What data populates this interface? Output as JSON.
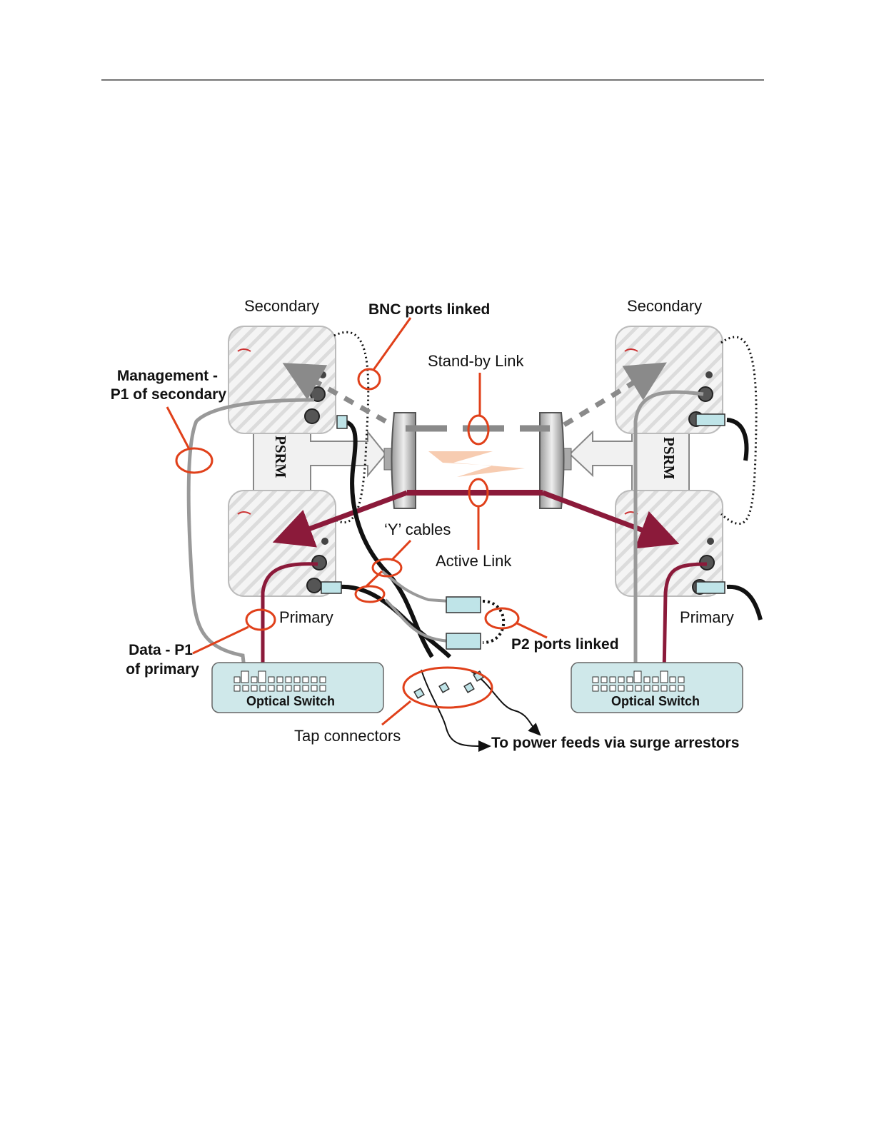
{
  "labels": {
    "secondary_left": "Secondary",
    "secondary_right": "Secondary",
    "primary_left": "Primary",
    "primary_right": "Primary",
    "bnc_ports_linked": "BNC ports linked",
    "standby_link": "Stand-by Link",
    "active_link": "Active Link",
    "y_cables": "‘Y’ cables",
    "management_line1": "Management -",
    "management_line2": "P1 of secondary",
    "data_line1": "Data - P1",
    "data_line2": "of primary",
    "psrm_left": "PSRM",
    "psrm_right": "PSRM",
    "optical_switch_left": "Optical Switch",
    "optical_switch_right": "Optical Switch",
    "p2_ports_linked": "P2 ports linked",
    "tap_connectors": "Tap connectors",
    "power_feeds": "To power feeds via surge arrestors"
  },
  "colors": {
    "callout": "#e0401a",
    "active_link": "#8b1a3a",
    "standby_link": "#8a8a8a",
    "switch_fill": "#cfe8ea",
    "cable_black": "#111111"
  }
}
